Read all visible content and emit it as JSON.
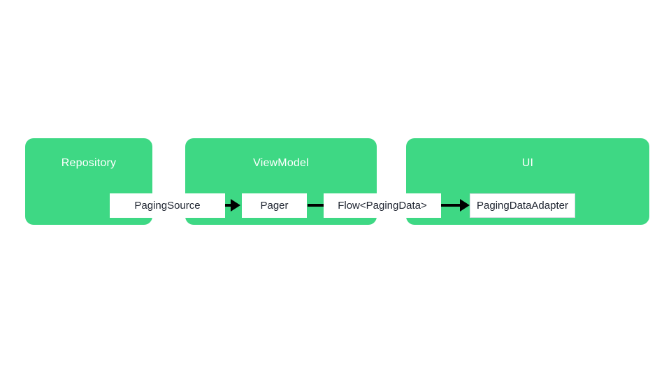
{
  "diagram": {
    "title": "Android Paging library data flow",
    "type": "flow-diagram",
    "background_color": "#ffffff",
    "layer_color": "#3ed884",
    "layer_title_color": "#ffffff",
    "chip_background": "#ffffff",
    "chip_text_color": "#1e2430",
    "connector_color": "#000000",
    "layers": [
      {
        "id": "repository",
        "label": "Repository"
      },
      {
        "id": "viewmodel",
        "label": "ViewModel"
      },
      {
        "id": "ui",
        "label": "UI"
      }
    ],
    "nodes": [
      {
        "id": "paging-source",
        "label": "PagingSource"
      },
      {
        "id": "pager",
        "label": "Pager"
      },
      {
        "id": "flow",
        "label": "Flow<PagingData>"
      },
      {
        "id": "paging-data-adapter",
        "label": "PagingDataAdapter"
      }
    ],
    "connectors": [
      {
        "id": "src-to-pager",
        "from": "paging-source",
        "to": "pager",
        "arrowhead": true
      },
      {
        "id": "pager-to-flow",
        "from": "pager",
        "to": "flow",
        "arrowhead": false
      },
      {
        "id": "flow-to-adapter",
        "from": "flow",
        "to": "paging-data-adapter",
        "arrowhead": true
      }
    ]
  }
}
